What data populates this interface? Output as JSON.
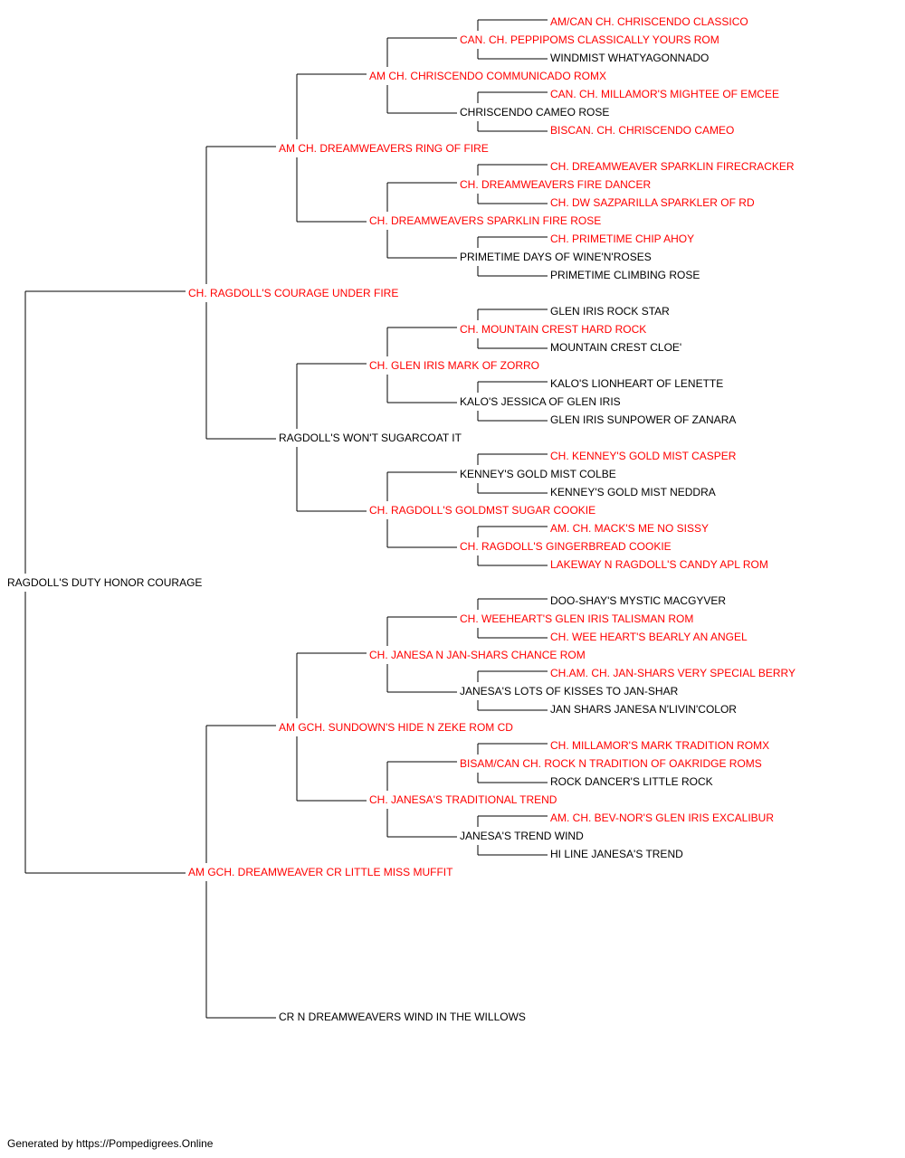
{
  "colors": {
    "champion": "#ff0000",
    "regular": "#000000",
    "lines": "#000000"
  },
  "pedigree": {
    "subject": {
      "name": "RAGDOLL'S DUTY HONOR COURAGE",
      "champion": false
    },
    "sire": {
      "name": "CH. RAGDOLL'S COURAGE UNDER FIRE",
      "champion": true
    },
    "dam": {
      "name": "AM GCH. DREAMWEAVER CR LITTLE MISS MUFFIT",
      "champion": true
    },
    "sire_sire": {
      "name": "AM CH. DREAMWEAVERS RING OF FIRE",
      "champion": true
    },
    "sire_dam": {
      "name": "RAGDOLL'S WON'T SUGARCOAT IT",
      "champion": false
    },
    "dam_sire": {
      "name": "AM GCH. SUNDOWN'S HIDE N ZEKE ROM CD",
      "champion": true
    },
    "dam_dam": {
      "name": "CR N DREAMWEAVERS WIND IN THE WILLOWS",
      "champion": false
    },
    "g3": [
      {
        "name": "AM CH. CHRISCENDO COMMUNICADO ROMX",
        "champion": true
      },
      {
        "name": "CH. DREAMWEAVERS SPARKLIN FIRE ROSE",
        "champion": true
      },
      {
        "name": "CH. GLEN IRIS MARK OF ZORRO",
        "champion": true
      },
      {
        "name": "CH. RAGDOLL'S GOLDMST SUGAR COOKIE",
        "champion": true
      },
      {
        "name": "CH. JANESA N JAN-SHARS CHANCE ROM",
        "champion": true
      },
      {
        "name": "CH. JANESA'S TRADITIONAL TREND",
        "champion": true
      }
    ],
    "g4": [
      {
        "name": "CAN. CH. PEPPIPOMS CLASSICALLY YOURS ROM",
        "champion": true
      },
      {
        "name": "CHRISCENDO CAMEO ROSE",
        "champion": false
      },
      {
        "name": "CH. DREAMWEAVERS FIRE DANCER",
        "champion": true
      },
      {
        "name": "PRIMETIME DAYS OF WINE'N'ROSES",
        "champion": false
      },
      {
        "name": "CH. MOUNTAIN CREST HARD ROCK",
        "champion": true
      },
      {
        "name": "KALO'S JESSICA OF GLEN IRIS",
        "champion": false
      },
      {
        "name": "KENNEY'S GOLD MIST COLBE",
        "champion": false
      },
      {
        "name": "CH. RAGDOLL'S GINGERBREAD COOKIE",
        "champion": true
      },
      {
        "name": "CH. WEEHEART'S GLEN IRIS TALISMAN ROM",
        "champion": true
      },
      {
        "name": "JANESA'S LOTS OF KISSES TO JAN-SHAR",
        "champion": false
      },
      {
        "name": "BISAM/CAN CH. ROCK N TRADITION OF OAKRIDGE ROMS",
        "champion": true
      },
      {
        "name": "JANESA'S TREND WIND",
        "champion": false
      }
    ],
    "g5": [
      {
        "name": "AM/CAN CH. CHRISCENDO CLASSICO",
        "champion": true
      },
      {
        "name": "WINDMIST WHATYAGONNADO",
        "champion": false
      },
      {
        "name": "CAN. CH. MILLAMOR'S MIGHTEE OF EMCEE",
        "champion": true
      },
      {
        "name": "BISCAN. CH. CHRISCENDO CAMEO",
        "champion": true
      },
      {
        "name": "CH. DREAMWEAVER SPARKLIN FIRECRACKER",
        "champion": true
      },
      {
        "name": "CH. DW SAZPARILLA SPARKLER OF RD",
        "champion": true
      },
      {
        "name": "CH. PRIMETIME CHIP AHOY",
        "champion": true
      },
      {
        "name": "PRIMETIME CLIMBING ROSE",
        "champion": false
      },
      {
        "name": "GLEN IRIS ROCK STAR",
        "champion": false
      },
      {
        "name": "MOUNTAIN CREST CLOE'",
        "champion": false
      },
      {
        "name": "KALO'S LIONHEART OF LENETTE",
        "champion": false
      },
      {
        "name": "GLEN IRIS SUNPOWER OF ZANARA",
        "champion": false
      },
      {
        "name": "CH. KENNEY'S GOLD MIST CASPER",
        "champion": true
      },
      {
        "name": "KENNEY'S GOLD MIST NEDDRA",
        "champion": false
      },
      {
        "name": "AM. CH. MACK'S ME NO SISSY",
        "champion": true
      },
      {
        "name": "LAKEWAY N RAGDOLL'S CANDY APL ROM",
        "champion": true
      },
      {
        "name": "DOO-SHAY'S MYSTIC MACGYVER",
        "champion": false
      },
      {
        "name": "CH. WEE HEART'S BEARLY AN ANGEL",
        "champion": true
      },
      {
        "name": "CH.AM. CH. JAN-SHARS VERY SPECIAL BERRY",
        "champion": true
      },
      {
        "name": "JAN SHARS JANESA N'LIVIN'COLOR",
        "champion": false
      },
      {
        "name": "CH. MILLAMOR'S MARK TRADITION ROMX",
        "champion": true
      },
      {
        "name": "ROCK DANCER'S LITTLE ROCK",
        "champion": false
      },
      {
        "name": "AM. CH. BEV-NOR'S GLEN IRIS EXCALIBUR",
        "champion": true
      },
      {
        "name": "HI LINE JANESA'S TREND",
        "champion": false
      }
    ]
  },
  "footer": {
    "text": "Generated by https://Pompedigrees.Online"
  }
}
